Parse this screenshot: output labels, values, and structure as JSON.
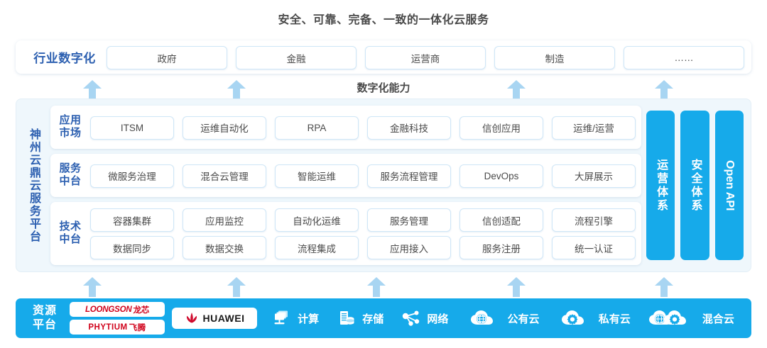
{
  "title": "安全、可靠、完备、一致的一体化云服务",
  "capability_label": "数字化能力",
  "industry": {
    "label": "行业数字化",
    "items": [
      {
        "label": "政府"
      },
      {
        "label": "金融"
      },
      {
        "label": "运营商"
      },
      {
        "label": "制造"
      },
      {
        "label": "……"
      }
    ]
  },
  "platform": {
    "vertical_label": "神州云鼎云服务平台",
    "layers": [
      {
        "name": "app-market",
        "label": "应用\n市场",
        "label_line1": "应用",
        "label_line2": "市场",
        "rows": [
          [
            "ITSM",
            "运维自动化",
            "RPA",
            "金融科技",
            "信创应用",
            "运维/运营"
          ]
        ]
      },
      {
        "name": "service-middle-platform",
        "label_line1": "服务",
        "label_line2": "中台",
        "rows": [
          [
            "微服务治理",
            "混合云管理",
            "智能运维",
            "服务流程管理",
            "DevOps",
            "大屏展示"
          ]
        ]
      },
      {
        "name": "tech-middle-platform",
        "label_line1": "技术",
        "label_line2": "中台",
        "rows": [
          [
            "容器集群",
            "应用监控",
            "自动化运维",
            "服务管理",
            "信创适配",
            "流程引擎"
          ],
          [
            "数据同步",
            "数据交换",
            "流程集成",
            "应用接入",
            "服务注册",
            "统一认证"
          ]
        ]
      }
    ],
    "vertical_bars": [
      {
        "name": "operations-system",
        "label": "运营体系"
      },
      {
        "name": "security-system",
        "label": "安全体系"
      },
      {
        "name": "open-api",
        "label": "Open API"
      }
    ]
  },
  "resource": {
    "label_line1": "资源",
    "label_line2": "平台",
    "chips": [
      {
        "name": "loongson-logo",
        "en": "LOONGSON",
        "cn": "龙芯"
      },
      {
        "name": "phytium-logo",
        "en": "PHYTIUM",
        "cn": "飞腾"
      }
    ],
    "huawei": {
      "name": "huawei-logo",
      "text": "HUAWEI"
    },
    "items": [
      {
        "name": "compute",
        "label": "计算",
        "icon": "compute-icon"
      },
      {
        "name": "storage",
        "label": "存储",
        "icon": "storage-icon"
      },
      {
        "name": "network",
        "label": "网络",
        "icon": "network-icon"
      },
      {
        "name": "public-cloud",
        "label": "公有云",
        "icon": "public-cloud-icon"
      },
      {
        "name": "private-cloud",
        "label": "私有云",
        "icon": "private-cloud-icon"
      },
      {
        "name": "hybrid-cloud",
        "label": "混合云",
        "icon": "hybrid-cloud-icon"
      }
    ]
  },
  "colors": {
    "accent_blue": "#16aaea",
    "arrow_blue": "#a8d5f2",
    "label_blue": "#2c5fb0",
    "panel_bg": "#eff7fc",
    "pill_border": "#cfe6f7",
    "logo_red": "#d0021b"
  },
  "arrows": {
    "upper": [
      130,
      333,
      727,
      935
    ],
    "lower": [
      130,
      333,
      530,
      727,
      935
    ]
  }
}
